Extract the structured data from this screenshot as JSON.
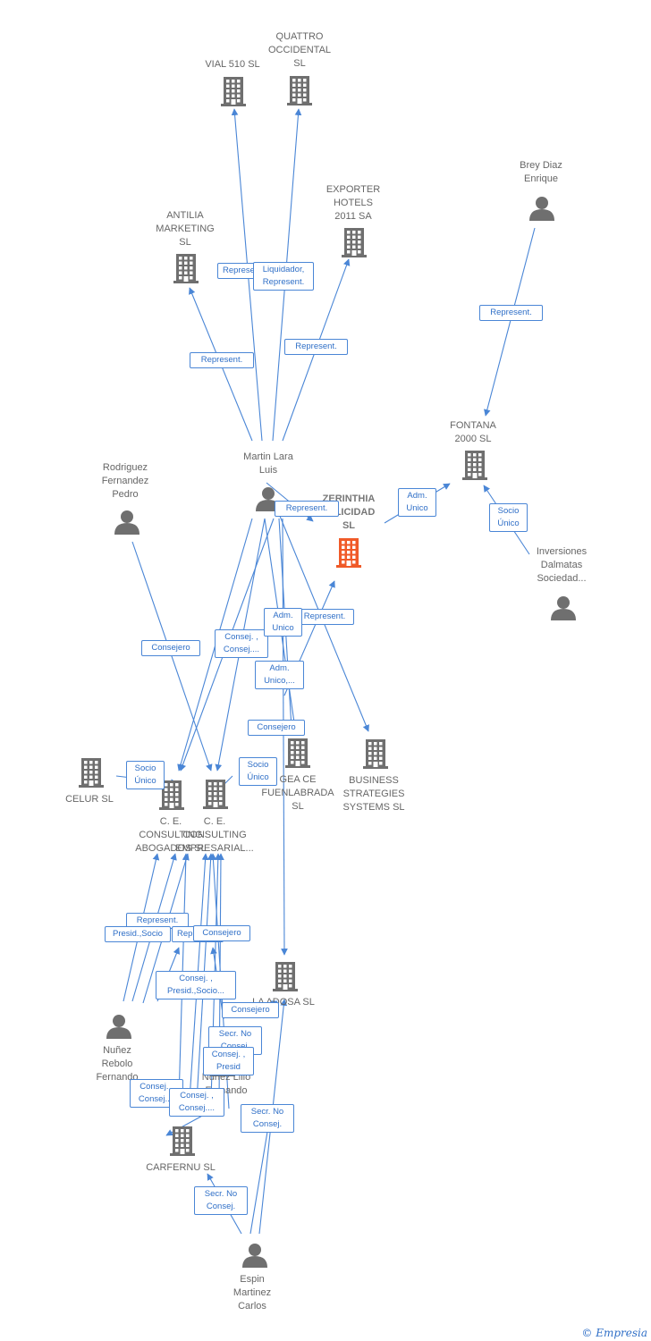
{
  "nodes": [
    {
      "id": "vial",
      "label": "VIAL 510 SL",
      "kind": "company"
    },
    {
      "id": "quattro",
      "label": "QUATTRO\nOCCIDENTAL\nSL",
      "kind": "company"
    },
    {
      "id": "exporter",
      "label": "EXPORTER\nHOTELS\n2011 SA",
      "kind": "company"
    },
    {
      "id": "antilia",
      "label": "ANTILIA\nMARKETING\nSL",
      "kind": "company"
    },
    {
      "id": "brey",
      "label": "Brey Diaz\nEnrique",
      "kind": "person"
    },
    {
      "id": "fontana",
      "label": "FONTANA\n2000  SL",
      "kind": "company"
    },
    {
      "id": "martin",
      "label": "Martin Lara\nLuis",
      "kind": "person"
    },
    {
      "id": "zerinthia",
      "label": "ZERINTHIA\nFELICIDAD\nSL",
      "kind": "focal"
    },
    {
      "id": "rodriguez",
      "label": "Rodriguez\nFernandez\nPedro",
      "kind": "person"
    },
    {
      "id": "inversiones",
      "label": "Inversiones\nDalmatas\nSociedad...",
      "kind": "person"
    },
    {
      "id": "celur",
      "label": "CELUR  SL",
      "kind": "company"
    },
    {
      "id": "ce_abogados",
      "label": "C. E.\nCONSULTING\nABOGADOS SL",
      "kind": "company"
    },
    {
      "id": "ce_empresarial",
      "label": "C.  E.\nCONSULTING\nEMPRESARIAL...",
      "kind": "company"
    },
    {
      "id": "gea",
      "label": "GEA CE\nFUENLABRADA\nSL",
      "kind": "company"
    },
    {
      "id": "business",
      "label": "BUSINESS\nSTRATEGIES\nSYSTEMS SL",
      "kind": "company"
    },
    {
      "id": "losa",
      "label": "LA ADOSA SL",
      "kind": "company"
    },
    {
      "id": "nunez_r",
      "label": "Nuñez\nRebolo\nFernando",
      "kind": "person"
    },
    {
      "id": "nunez_l",
      "label": "Nuñez Lillo\nFernando",
      "kind": "person"
    },
    {
      "id": "carfernu",
      "label": "CARFERNU SL",
      "kind": "company"
    },
    {
      "id": "espin",
      "label": "Espin\nMartinez\nCarlos",
      "kind": "person"
    }
  ],
  "edge_labels": [
    "Represent.",
    "Liquidador,\nRepresent.",
    "Represent.",
    "Represent.",
    "Represent.",
    "Adm.\nUnico",
    "Socio\nÚnico",
    "Represent.",
    "Represent.",
    "Consejero",
    "Consej. ,\nConsej....",
    "Adm.\nUnico",
    "Adm.\nUnico,...",
    "Consejero",
    "Socio\nÚnico",
    "Socio\nÚnico",
    "Represent.",
    "Presid.,Socio",
    "Represent.",
    "Consejero",
    "Consej. ,\nPresid.,Socio...",
    "Consejero",
    "Secr.  No\nConsej.",
    "Consej. ,\nPresid",
    "Consej. ,\nConsej....",
    "Consej. ,\nConsej....",
    "Secr.  No\nConsej.",
    "Secr.  No\nConsej."
  ],
  "colors": {
    "edge": "#4a86d6",
    "icon": "#6f6f6f",
    "focal": "#f05a28"
  },
  "watermark": "©  Empresia"
}
